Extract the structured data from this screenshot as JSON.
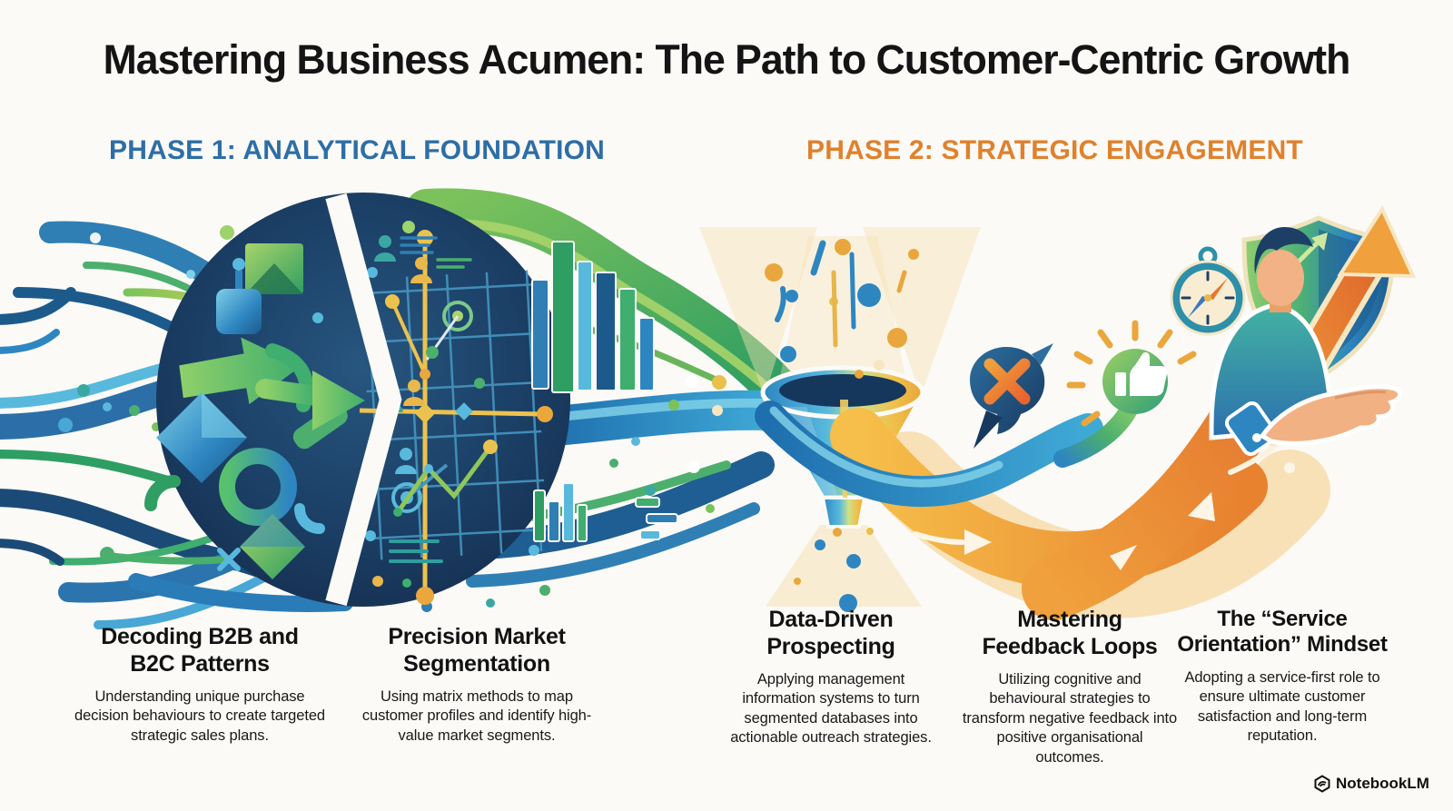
{
  "page": {
    "background": "#fbfaf7"
  },
  "title": "Mastering Business Acumen: The Path to Customer-Centric Growth",
  "phases": [
    {
      "label": "PHASE 1: ANALYTICAL FOUNDATION",
      "color": "#2d6ea6"
    },
    {
      "label": "PHASE 2: STRATEGIC ENGAGEMENT",
      "color": "#e0812c"
    }
  ],
  "steps": [
    {
      "title": "Decoding B2B and B2C Patterns",
      "description": "Understanding unique purchase decision behaviours to create targeted strategic sales plans."
    },
    {
      "title": "Precision Market Segmentation",
      "description": "Using matrix methods to map customer profiles and identify high-value market segments."
    },
    {
      "title": "Data-Driven Prospecting",
      "description": "Applying management information systems to turn segmented databases into actionable outreach strategies."
    },
    {
      "title": "Mastering Feedback Loops",
      "description": "Utilizing cognitive and behavioural strategies to transform negative feedback into positive organisational outcomes."
    },
    {
      "title": "The “Service Orientation” Mindset",
      "description": "Adopting a service-first role to ensure ultimate customer satisfaction and long-term reputation."
    }
  ],
  "watermark": {
    "label": "NotebookLM"
  },
  "illustration": {
    "accent_blue": "#2d6ea6",
    "accent_orange": "#e0812c",
    "navy": "#1d4066",
    "green": "#3fae6e",
    "icons": [
      "data-flow-lines",
      "analysis-sphere",
      "segmentation-matrix",
      "bar-chart",
      "stream-ribbons",
      "funnel",
      "data-particles",
      "negative-feedback-bubble",
      "thumbs-up-badge",
      "flow-ribbon-orange",
      "flow-ribbon-blue",
      "compass",
      "shield",
      "growth-arrow",
      "customer-person",
      "open-hand",
      "notebooklm-logo"
    ]
  }
}
